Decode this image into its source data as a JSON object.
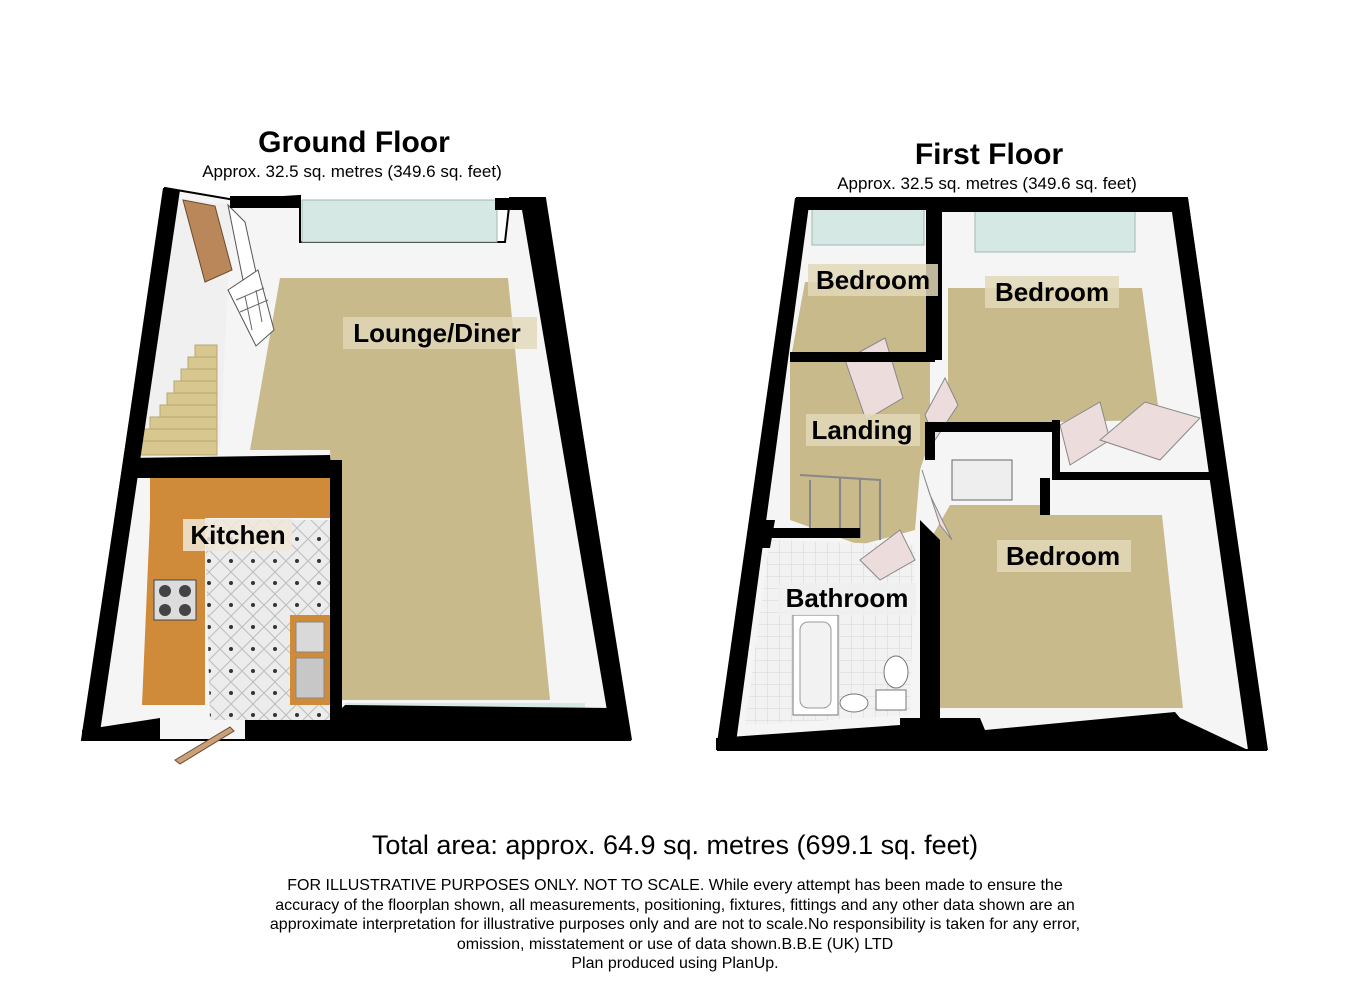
{
  "ground_floor": {
    "title": "Ground Floor",
    "area": "Approx. 32.5 sq. metres (349.6 sq. feet)",
    "rooms": {
      "lounge": "Lounge/Diner",
      "kitchen": "Kitchen"
    }
  },
  "first_floor": {
    "title": "First Floor",
    "area": "Approx. 32.5 sq. metres (349.6 sq. feet)",
    "rooms": {
      "bedroom_small": "Bedroom",
      "bedroom_front": "Bedroom",
      "landing": "Landing",
      "bedroom_rear": "Bedroom",
      "bathroom": "Bathroom"
    }
  },
  "total_area": "Total area: approx. 64.9 sq. metres (699.1 sq. feet)",
  "disclaimer": [
    "FOR ILLUSTRATIVE PURPOSES ONLY. NOT TO SCALE. While every attempt has been made to ensure the",
    "accuracy of the floorplan shown, all measurements, positioning, fixtures, fittings and any other data shown are an",
    "approximate interpretation for illustrative purposes only and are not to scale.No responsibility is taken for any error,",
    "omission, misstatement or use of data shown.B.B.E (UK) LTD",
    "Plan produced using PlanUp."
  ],
  "colors": {
    "wall": "#000000",
    "carpet": "#c8b98a",
    "wall_face": "#f4f4f4",
    "worktop": "#d08a3c",
    "window": "#d4e6e2",
    "door": "#c9a07a",
    "tile": "#e8e8e8"
  }
}
